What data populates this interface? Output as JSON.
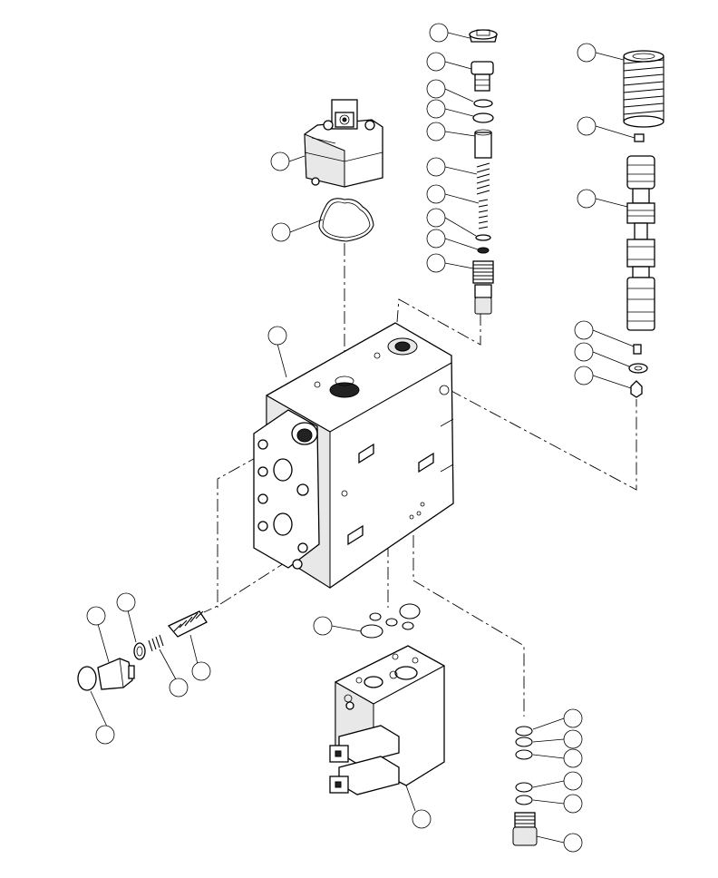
{
  "diagram": {
    "type": "exploded-parts-view",
    "callout_labels": "blank",
    "line_color": "#000000",
    "background": "#ffffff"
  },
  "parts": [
    {
      "id": "valve-body",
      "icon": "valve-block-icon"
    },
    {
      "id": "top-cover",
      "icon": "valve-cover-icon"
    },
    {
      "id": "cover-gasket",
      "icon": "gasket-icon"
    },
    {
      "id": "solenoid-block",
      "icon": "solenoid-valve-icon"
    },
    {
      "id": "relief-plug-assembly",
      "icon": "plug-icon"
    },
    {
      "id": "spool-assembly",
      "icon": "spool-icon"
    },
    {
      "id": "cartridge-stack",
      "icon": "cartridge-icon"
    },
    {
      "id": "seal-stack",
      "icon": "o-ring-icon"
    }
  ]
}
